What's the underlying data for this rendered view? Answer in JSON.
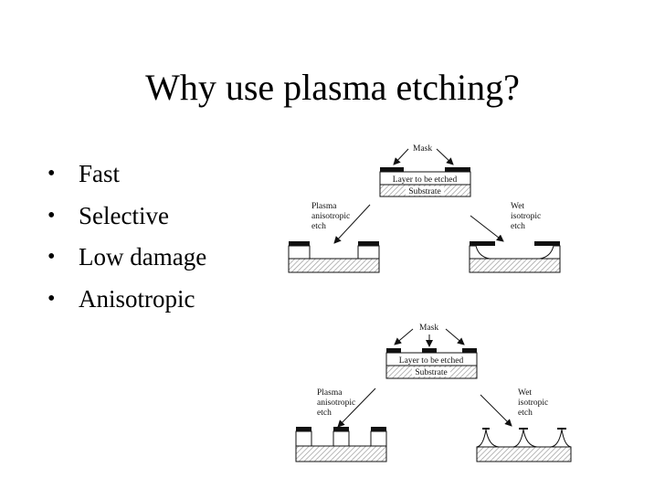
{
  "slide": {
    "title": "Why use plasma etching?",
    "bullets": [
      "Fast",
      "Selective",
      "Low damage",
      "Anisotropic"
    ]
  },
  "diagrams": [
    {
      "mask": "Mask",
      "layer": "Layer to be etched",
      "substrate": "Substrate",
      "left_label": [
        "Plasma",
        "anisotropic",
        "etch"
      ],
      "right_label": [
        "Wet",
        "isotropic",
        "etch"
      ]
    },
    {
      "mask": "Mask",
      "layer": "Layer to be etched",
      "substrate": "Substrate",
      "left_label": [
        "Plasma",
        "anisotropic",
        "etch"
      ],
      "right_label": [
        "Wet",
        "isotropic",
        "etch"
      ]
    }
  ],
  "colors": {
    "ink": "#111111",
    "hatch": "#9a9a9a",
    "background": "#ffffff"
  }
}
